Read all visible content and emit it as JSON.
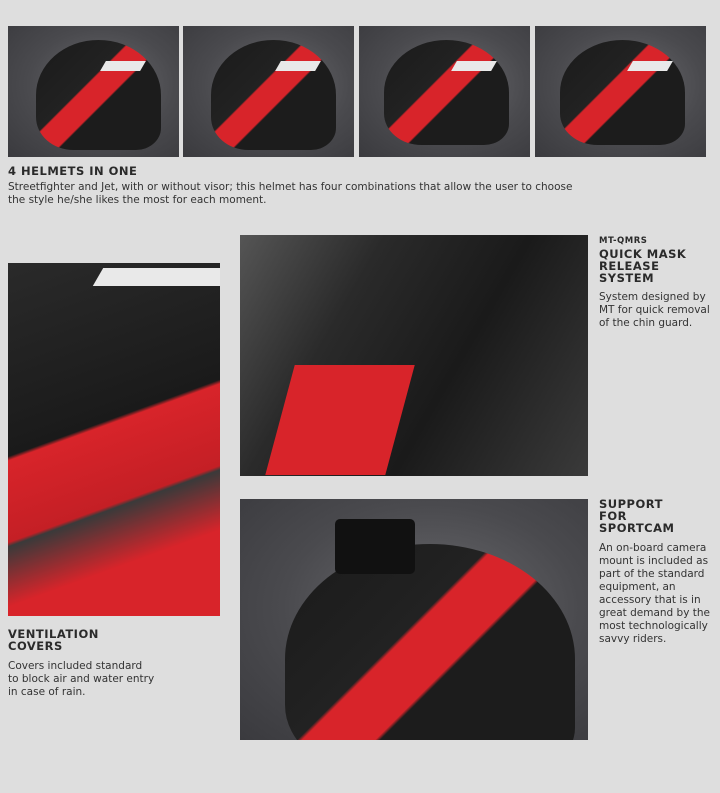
{
  "thumbnails": [
    {
      "alt": "streetfighter-with-visor"
    },
    {
      "alt": "streetfighter-with-peak"
    },
    {
      "alt": "jet-with-visor"
    },
    {
      "alt": "jet-with-peak"
    }
  ],
  "four_in_one": {
    "title": "4 HELMETS IN ONE",
    "text": "Streetfighter and Jet, with or without visor; this helmet has four combinations that allow the user to choose the style he/she likes the most for each moment."
  },
  "quick_mask": {
    "code": "MT-QMRS",
    "title": [
      "QUICK MASK",
      "RELEASE",
      "SYSTEM"
    ],
    "text": [
      "System designed by",
      "MT for quick removal",
      "of the chin guard."
    ]
  },
  "sportcam": {
    "title": [
      "SUPPORT",
      "FOR",
      "SPORTCAM"
    ],
    "text": [
      "An on-board camera",
      "mount is included as",
      "part of the standard",
      "equipment, an",
      "accessory that is in",
      "great demand by the",
      "most technologically",
      "savvy riders."
    ]
  },
  "ventilation": {
    "title": [
      "VENTILATION",
      "COVERS"
    ],
    "text": [
      "Covers included standard",
      "to block air and water entry",
      "in case of rain."
    ]
  },
  "colors": {
    "background": "#dedede",
    "accent": "#d8242a"
  }
}
